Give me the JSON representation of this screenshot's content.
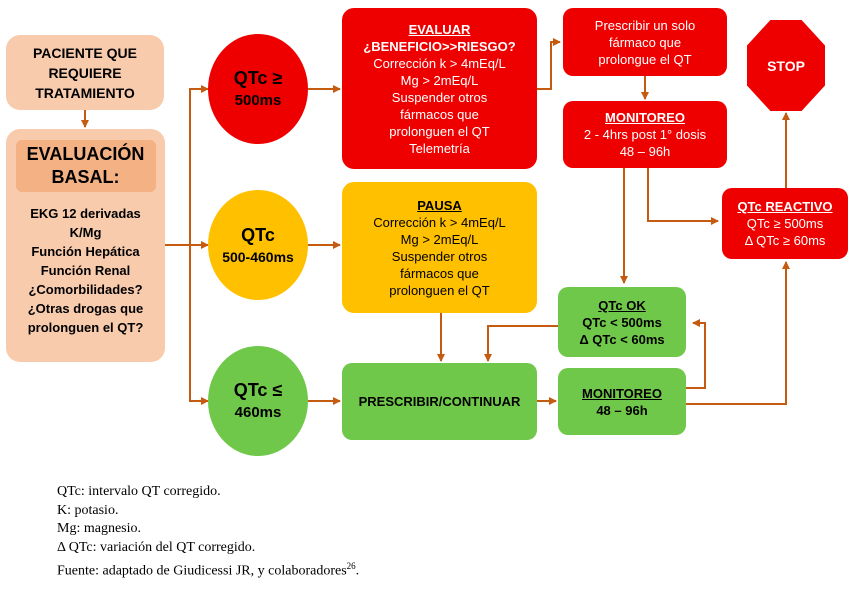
{
  "patient": {
    "lines": [
      "PACIENTE QUE",
      "REQUIERE",
      "TRATAMIENTO"
    ]
  },
  "baseline": {
    "title_lines": [
      "EVALUACIÓN",
      "BASAL:"
    ],
    "items": [
      "EKG 12 derivadas",
      "K/Mg",
      "Función Hepática",
      "Función Renal",
      "¿Comorbilidades?",
      "¿Otras drogas que",
      "prolonguen el QT?"
    ]
  },
  "qtc_high": {
    "line1": "QTc ≥",
    "line2": "500ms"
  },
  "qtc_mid": {
    "line1": "QTc",
    "line2": "500-460ms"
  },
  "qtc_low": {
    "line1": "QTc ≤",
    "line2": "460ms"
  },
  "evaluate": {
    "title": "EVALUAR",
    "subtitle": "¿BENEFICIO>>RIESGO?",
    "lines": [
      "Corrección k > 4mEq/L",
      "Mg > 2mEq/L",
      "Suspender otros",
      "fármacos que",
      "prolonguen el QT",
      "Telemetría"
    ]
  },
  "pause": {
    "title": "PAUSA",
    "lines": [
      "Corrección k > 4mEq/L",
      "Mg > 2mEq/L",
      "Suspender otros",
      "fármacos que",
      "prolonguen el QT"
    ]
  },
  "prescribe_single": {
    "lines": [
      "Prescribir un solo",
      "fármaco que",
      "prolongue el QT"
    ]
  },
  "monitor_top": {
    "title": "MONITOREO",
    "lines": [
      "2 - 4hrs  post 1° dosis",
      "48 – 96h"
    ]
  },
  "stop": {
    "label": "STOP"
  },
  "qtc_reactive": {
    "title": "QTc REACTIVO",
    "lines": [
      "QTc ≥ 500ms",
      "Δ QTc ≥ 60ms"
    ]
  },
  "qtc_ok": {
    "title": "QTc OK",
    "lines": [
      "QTc < 500ms",
      "Δ QTc < 60ms"
    ]
  },
  "prescribe_continue": {
    "label": "PRESCRIBIR/CONTINUAR"
  },
  "monitor_bottom": {
    "title": "MONITOREO",
    "lines": [
      "48 – 96h"
    ]
  },
  "legend": {
    "lines": [
      "QTc: intervalo QT corregido.",
      "K: potasio.",
      "Mg: magnesio.",
      "Δ QTc: variación del QT corregido.",
      "Fuente: adaptado de Giudicessi JR, y colaboradores"
    ],
    "reference_superscript": "26",
    "reference_suffix": "."
  },
  "colors": {
    "red": "#ee0000",
    "orange": "#ffc000",
    "green": "#70c84a",
    "peach": "#f8cbad",
    "peach_dark": "#f4b183",
    "arrow": "#c55a11"
  }
}
